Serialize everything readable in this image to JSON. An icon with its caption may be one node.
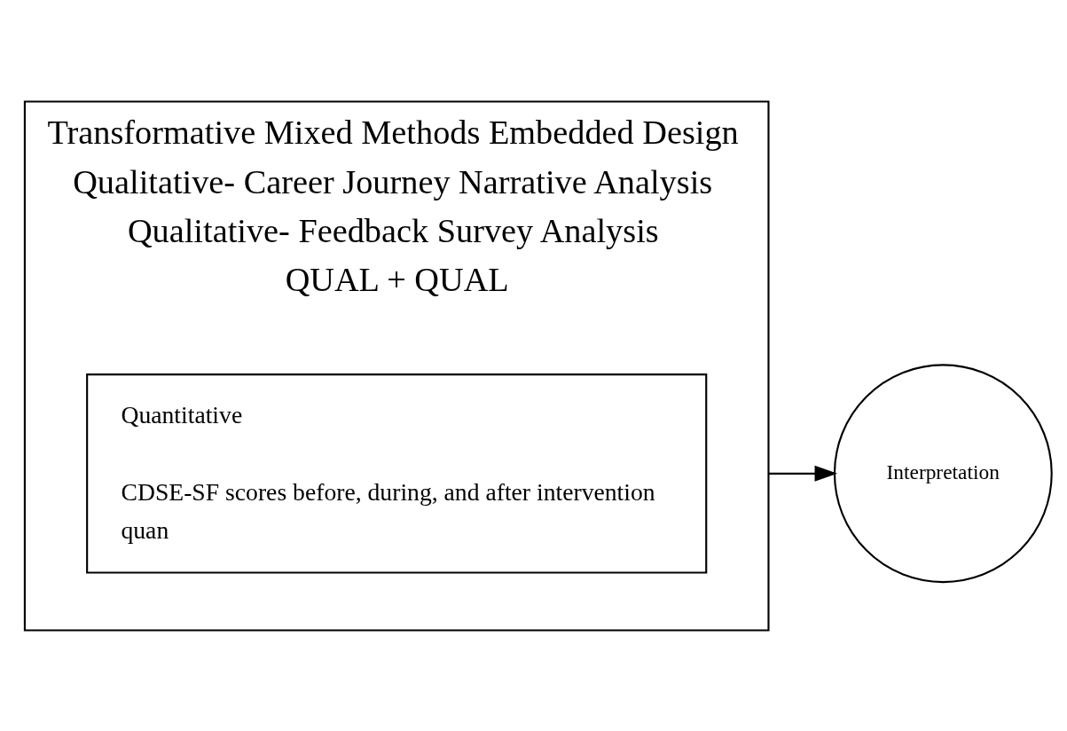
{
  "diagram": {
    "nodes": [
      {
        "text": [
          "Transformative Mixed Methods Embedded Design",
          "Qualitative- Career Journey Narrative Analysis",
          "Qualitative- Feedback Survey Analysis",
          "QUAL + QUAL"
        ]
      },
      {
        "text": [
          "Quantitative",
          "CDSE-SF scores before, during, and after intervention",
          "quan"
        ],
        "in": 0
      },
      {
        "text": [
          "Interpretation"
        ]
      }
    ],
    "edges": [
      {
        "from": 0,
        "to": 2,
        "arrow": "to"
      }
    ]
  }
}
